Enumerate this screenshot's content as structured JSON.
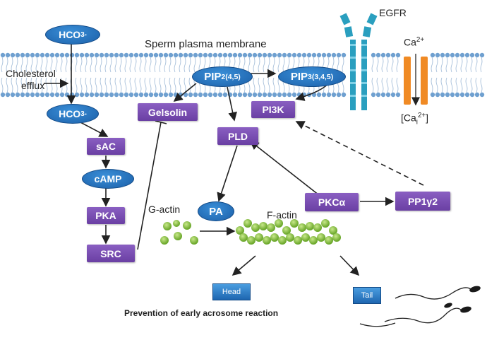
{
  "membrane": {
    "label": "Sperm plasma membrane"
  },
  "receptor": {
    "egfr": "EGFR",
    "ca_label": "Ca",
    "ca_charge": "2+",
    "cai_open": "[Ca",
    "cai_sub": "i",
    "cai_sup": "2+",
    "cai_close": "]"
  },
  "cholesterol": {
    "line1": "Cholesterol",
    "line2": "efflux"
  },
  "ovals": {
    "hco3_top": {
      "text": "HCO",
      "sub": "3",
      "sup": "-"
    },
    "hco3_inner": {
      "text": "HCO",
      "sub": "3",
      "sup": "-"
    },
    "camp": "cAMP",
    "pip2": {
      "text": "PIP",
      "sub": "2(4,5)"
    },
    "pip3": {
      "text": "PIP",
      "sub": "3(3,4,5)"
    },
    "pa": "PA"
  },
  "boxes": {
    "sac": "sAC",
    "pka": "PKA",
    "src": "SRC",
    "gelsolin": "Gelsolin",
    "pi3k": "PI3K",
    "pld": "PLD",
    "pkca": "PKCα",
    "pp1g2": "PP1γ2"
  },
  "actin": {
    "g_actin": "G-actin",
    "f_actin": "F-actin"
  },
  "outcomes": {
    "head": "Head",
    "tail": "Tail",
    "caption": "Prevention of early acrosome reaction"
  },
  "colors": {
    "purple": "#6a3fa3",
    "blue": "#1b5fa8",
    "green": "#8cc63f",
    "membrane": "#6fa0d0",
    "orange": "#f08a24",
    "teal": "#2a9fbf"
  }
}
